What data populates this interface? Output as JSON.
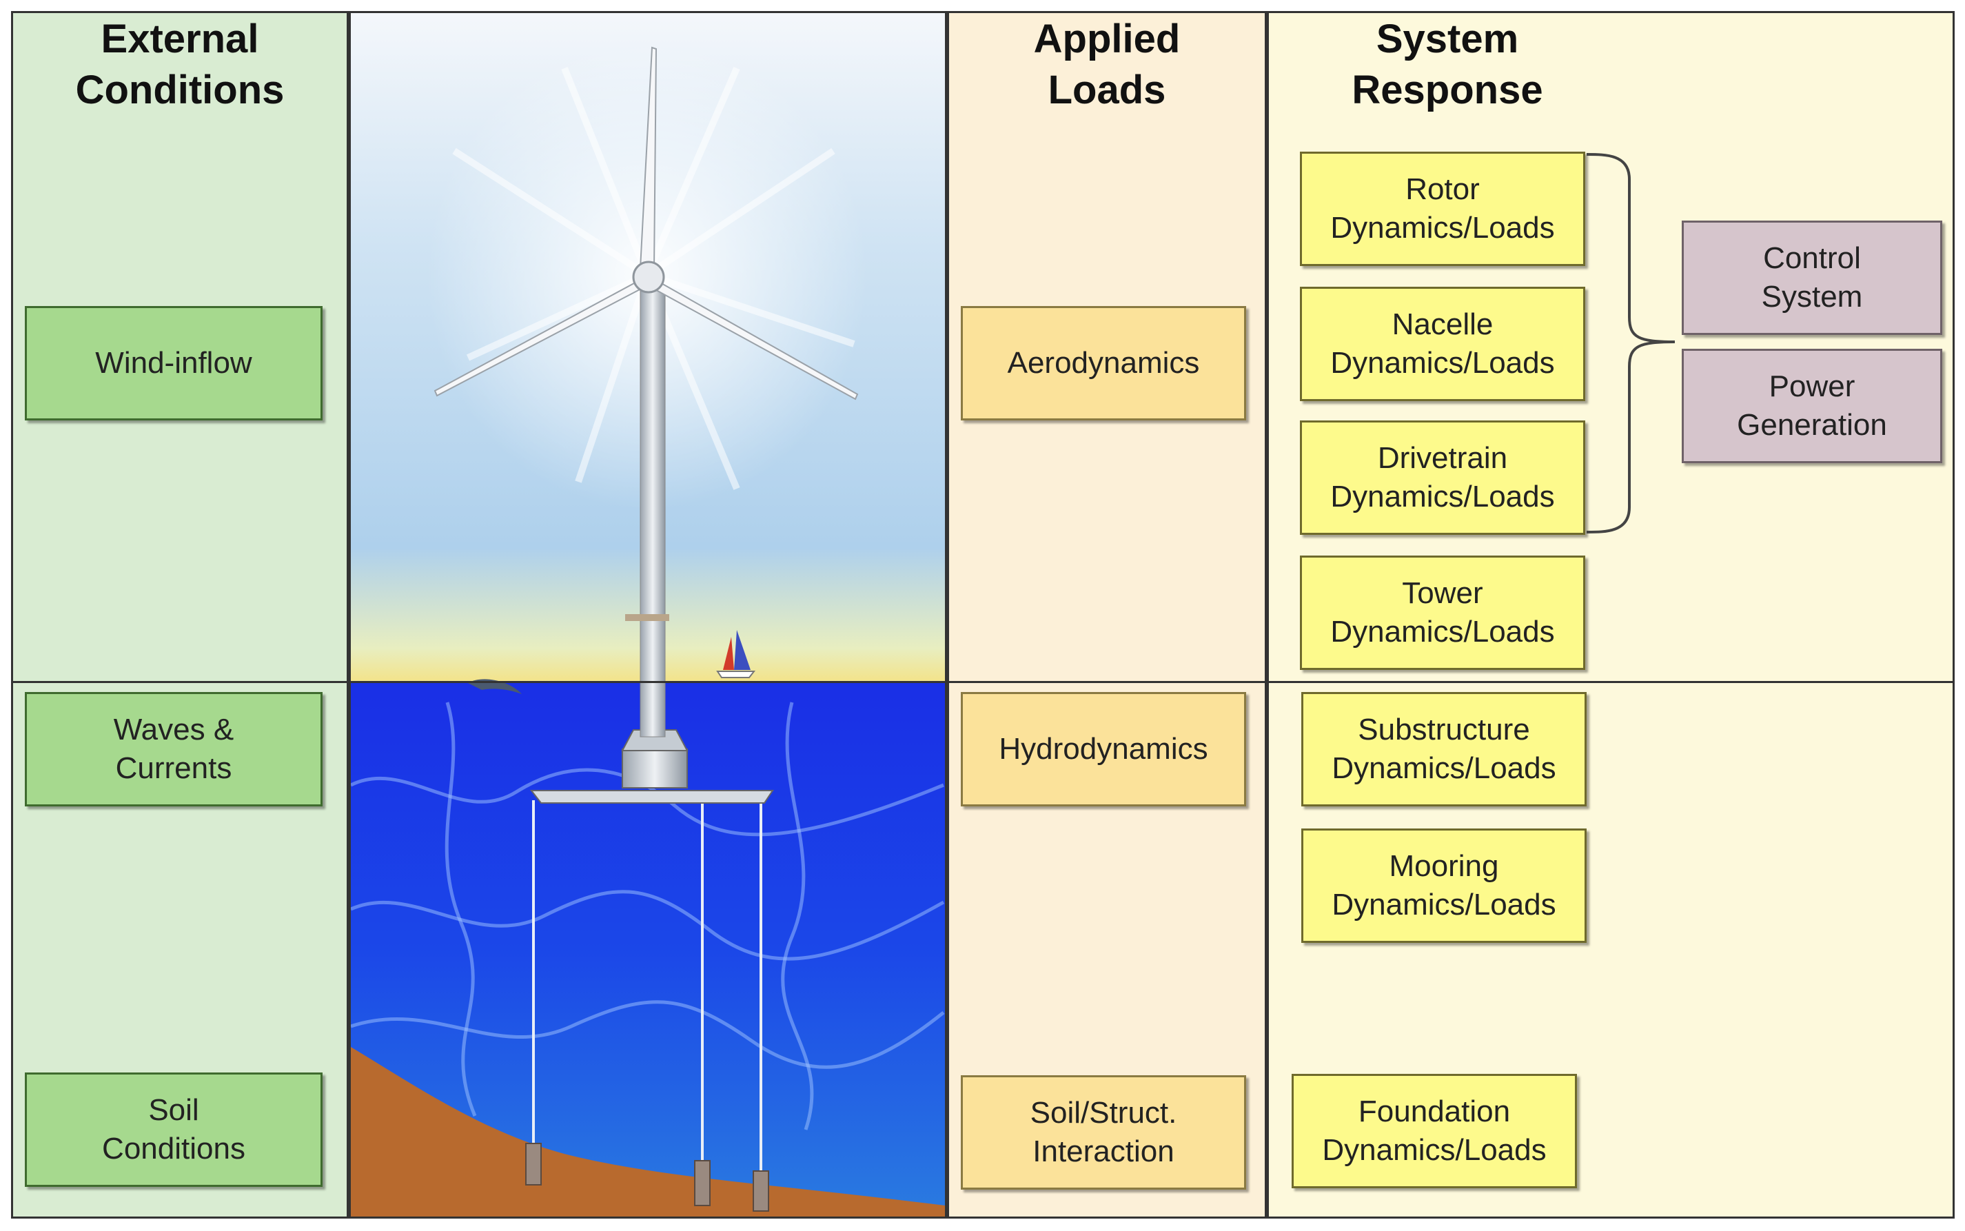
{
  "headers": {
    "external": "External\nConditions",
    "applied": "Applied\nLoads",
    "system": "System\nResponse"
  },
  "external_conditions": [
    "Wind-inflow",
    "Waves &\nCurrents",
    "Soil\nConditions"
  ],
  "applied_loads": [
    "Aerodynamics",
    "Hydrodynamics",
    "Soil/Struct.\nInteraction"
  ],
  "system_response": [
    "Rotor\nDynamics/Loads",
    "Nacelle\nDynamics/Loads",
    "Drivetrain\nDynamics/Loads",
    "Tower\nDynamics/Loads",
    "Substructure\nDynamics/Loads",
    "Mooring\nDynamics/Loads",
    "Foundation\nDynamics/Loads"
  ],
  "controls": [
    "Control\nSystem",
    "Power\nGeneration"
  ],
  "colors": {
    "external_box": "#a6d98e",
    "applied_box": "#fbe29a",
    "system_box": "#fdfa8c",
    "control_box": "#d6c5cc",
    "sea": "#1f2fe0",
    "seabed": "#b86a2e"
  },
  "illustration": "floating offshore wind turbine with mooring lines, sailboat and dolphin"
}
